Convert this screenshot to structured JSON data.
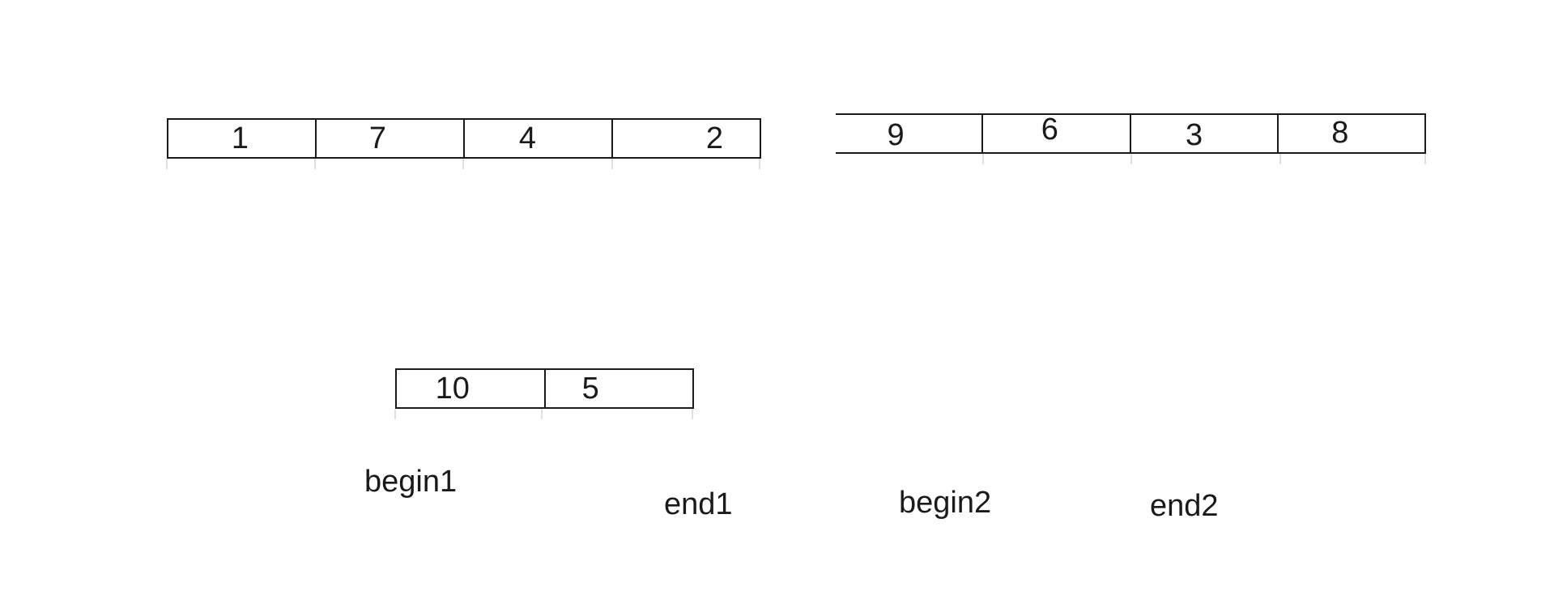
{
  "canvas": {
    "background": "#ffffff"
  },
  "colors": {
    "border": "#1a1a1a",
    "text": "#1a1a1a",
    "shadow_tick": "#e0e0e0"
  },
  "arrays": {
    "sequence1": {
      "cells": [
        "1",
        "7",
        "4",
        "2"
      ]
    },
    "sequence2": {
      "cells": [
        "9",
        "6",
        "3",
        "8"
      ]
    },
    "merged": {
      "cells": [
        "10",
        "5"
      ]
    }
  },
  "labels": [
    {
      "id": "begin1",
      "text": "begin1"
    },
    {
      "id": "end1",
      "text": "end1"
    },
    {
      "id": "begin2",
      "text": "begin2"
    },
    {
      "id": "end2",
      "text": "end2"
    }
  ]
}
